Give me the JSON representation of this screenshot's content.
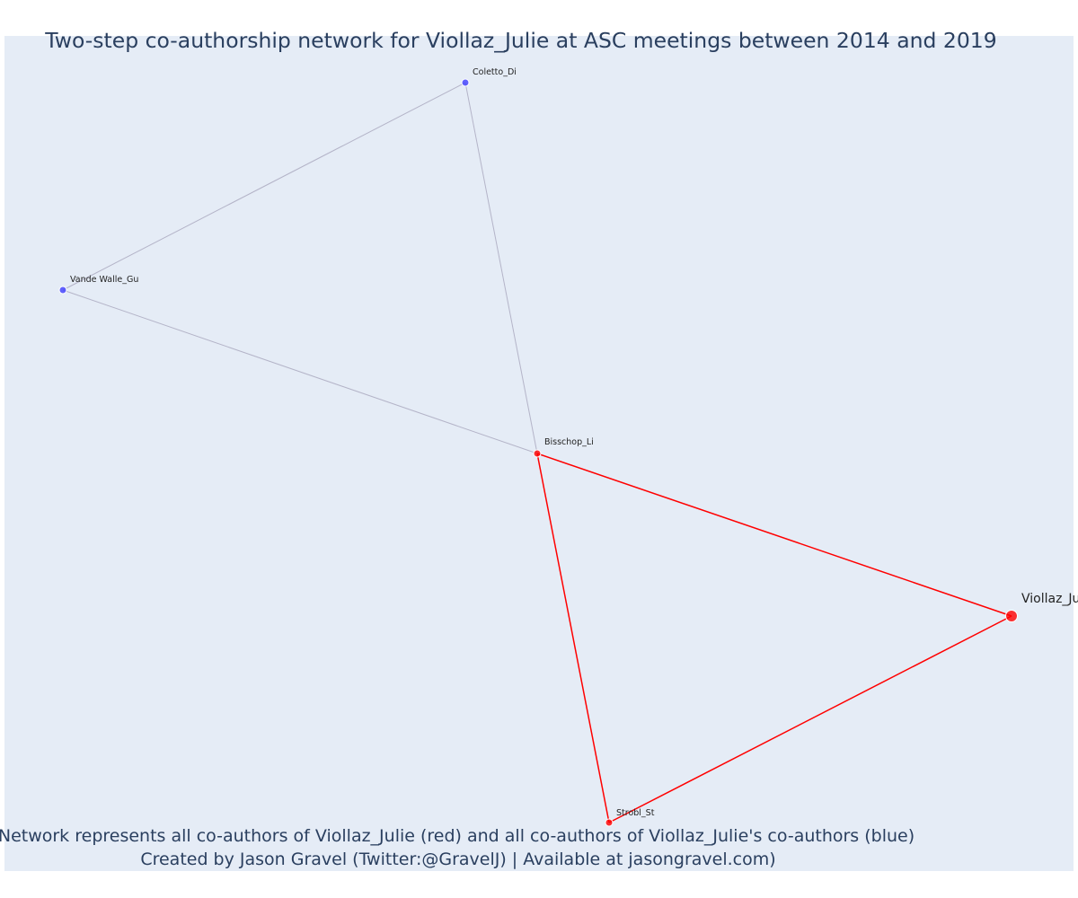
{
  "title": "Two-step co-authorship network for Viollaz_Julie at ASC meetings between 2014 and 2019",
  "caption_line1": "Network represents all co-authors of Viollaz_Julie (red) and all co-authors of Viollaz_Julie's co-authors (blue)",
  "caption_line2": "Created by Jason Gravel (Twitter:@GravelJ) | Available at jasongravel.com)",
  "colors": {
    "background": "#e5ecf6",
    "first_degree": "#ff0000",
    "second_degree": "#3f3fff",
    "weak_edge": "#b4b4c8",
    "text": "#2a3f5f"
  },
  "nodes": [
    {
      "id": "Viollaz_Julie",
      "label": "Viollaz_Ju",
      "group": "ego"
    },
    {
      "id": "Bisschop_Li",
      "label": "Bisschop_Li",
      "group": "coauthor"
    },
    {
      "id": "Strobl_St",
      "label": "Strobl_St",
      "group": "coauthor"
    },
    {
      "id": "Coletto_Di",
      "label": "Coletto_Di",
      "group": "second"
    },
    {
      "id": "Vande Walle_Gu",
      "label": "Vande Walle_Gu",
      "group": "second"
    }
  ],
  "edges": [
    {
      "source": "Viollaz_Julie",
      "target": "Bisschop_Li",
      "type": "direct"
    },
    {
      "source": "Viollaz_Julie",
      "target": "Strobl_St",
      "type": "direct"
    },
    {
      "source": "Bisschop_Li",
      "target": "Strobl_St",
      "type": "direct"
    },
    {
      "source": "Bisschop_Li",
      "target": "Coletto_Di",
      "type": "indirect"
    },
    {
      "source": "Bisschop_Li",
      "target": "Vande Walle_Gu",
      "type": "indirect"
    },
    {
      "source": "Coletto_Di",
      "target": "Vande Walle_Gu",
      "type": "indirect"
    }
  ]
}
